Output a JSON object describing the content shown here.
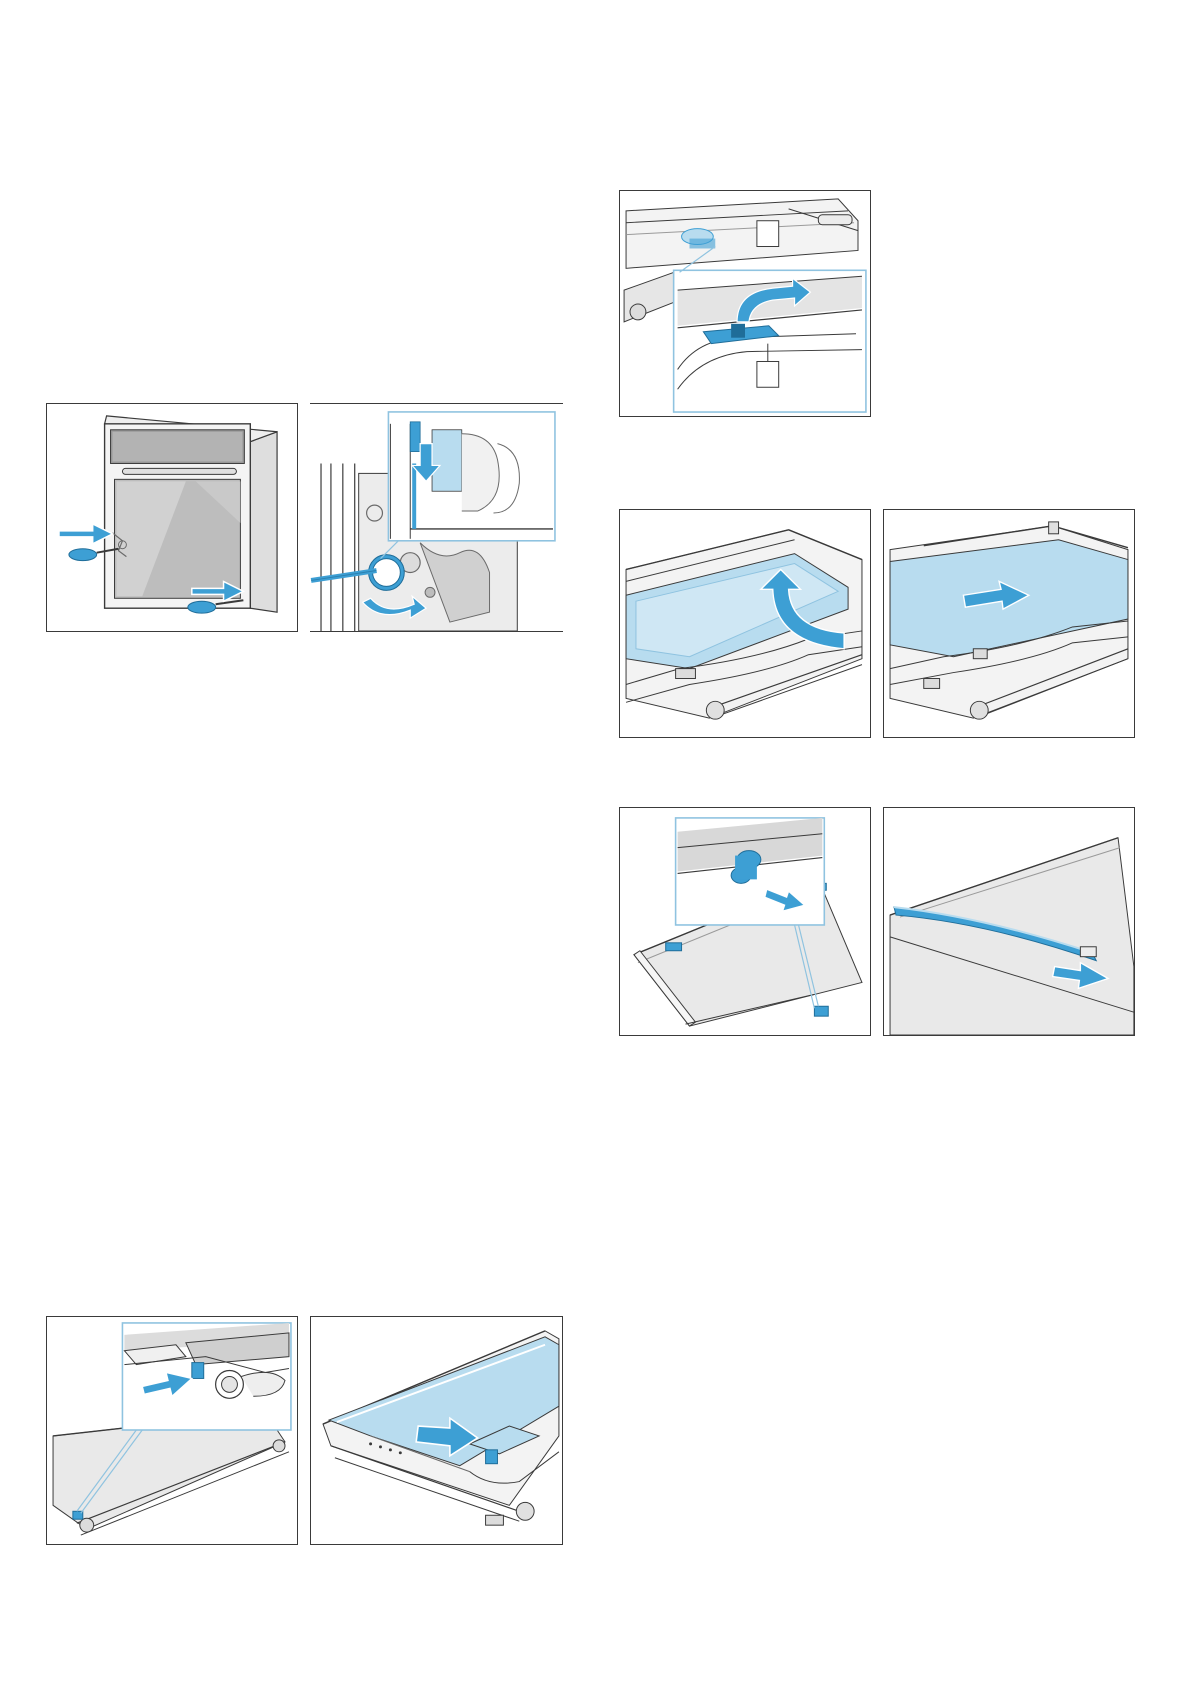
{
  "colors": {
    "accent": "#3d9fd4",
    "accent_light": "#b8dcef",
    "line": "#3a3a3a",
    "metal": "#d4d4d4",
    "glass": "#e9e9e9"
  },
  "illustrations": [
    "oven-door-unscrew",
    "hinge-lever-turn",
    "door-cover-lift",
    "inner-glass-remove",
    "middle-glass-slide",
    "glass-clip-remove",
    "glass-strip-remove",
    "glass-insert-clip",
    "glass-slide-in"
  ]
}
